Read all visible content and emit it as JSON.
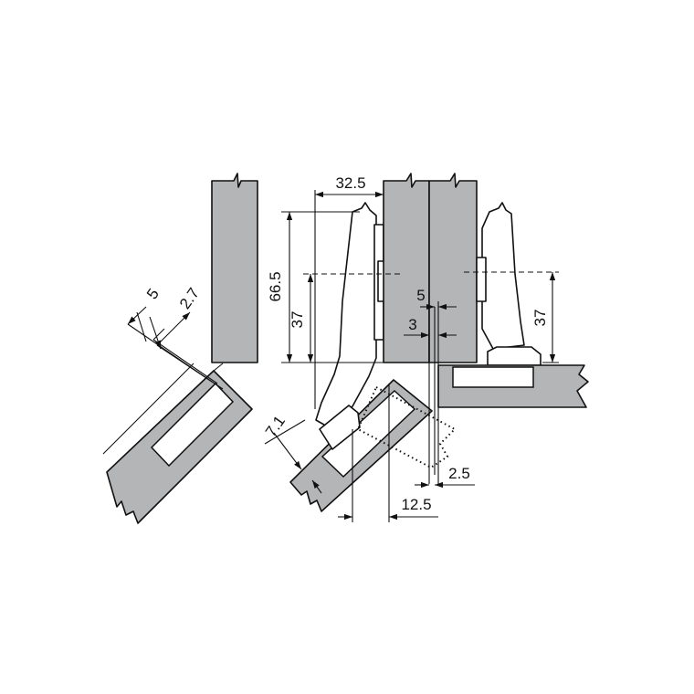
{
  "diagram": {
    "colors": {
      "panel_fill": "#b3b5b7",
      "line": "#111111",
      "background": "#ffffff"
    },
    "dimensions": {
      "top_width": "32.5",
      "overall_height": "66.5",
      "center_left": "37",
      "center_right": "37",
      "offset_5": "5",
      "offset_3": "3",
      "angle_left_5": "5",
      "angle_left_2_7": "2.7",
      "angle_7_1": "7.1",
      "bottom_12_5": "12.5",
      "bottom_2_5": "2.5"
    }
  }
}
